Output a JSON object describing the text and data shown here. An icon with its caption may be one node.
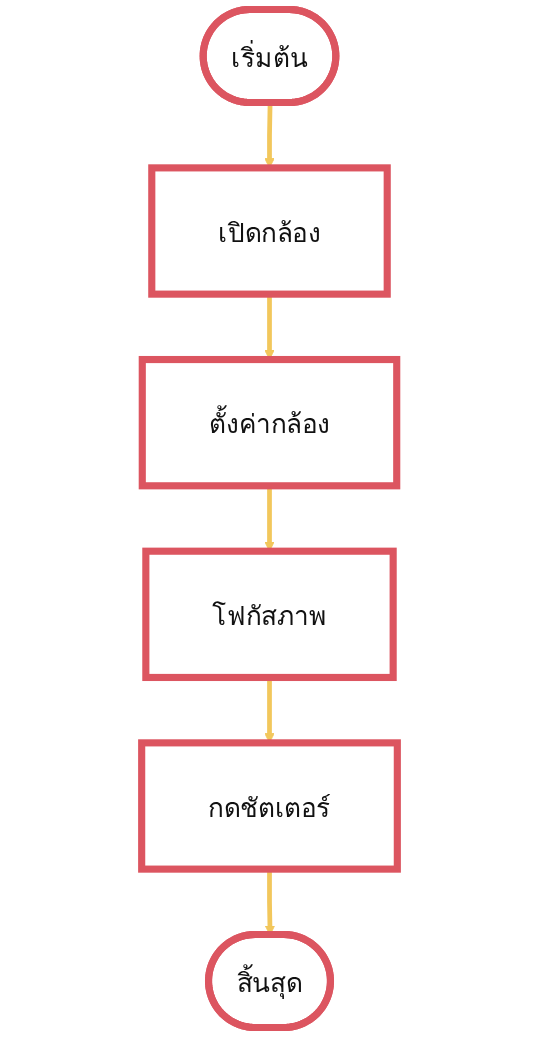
{
  "diagram": {
    "nodes": [
      {
        "text": [
          "เริ่มต้น"
        ]
      },
      {
        "text": [
          "เปิดกล้อง"
        ]
      },
      {
        "text": [
          "ตั้งค่ากล้อง"
        ]
      },
      {
        "text": [
          "โฟกัสภาพ"
        ]
      },
      {
        "text": [
          "กดชัตเตอร์"
        ]
      },
      {
        "text": [
          "สิ้นสุด"
        ]
      }
    ],
    "edges": [
      {
        "from": 0,
        "to": 1,
        "arrow": "to"
      },
      {
        "from": 1,
        "to": 2,
        "arrow": "to"
      },
      {
        "from": 2,
        "to": 3,
        "arrow": "to"
      },
      {
        "from": 3,
        "to": 4,
        "arrow": "to"
      },
      {
        "from": 4,
        "to": 5,
        "arrow": "to"
      }
    ]
  }
}
